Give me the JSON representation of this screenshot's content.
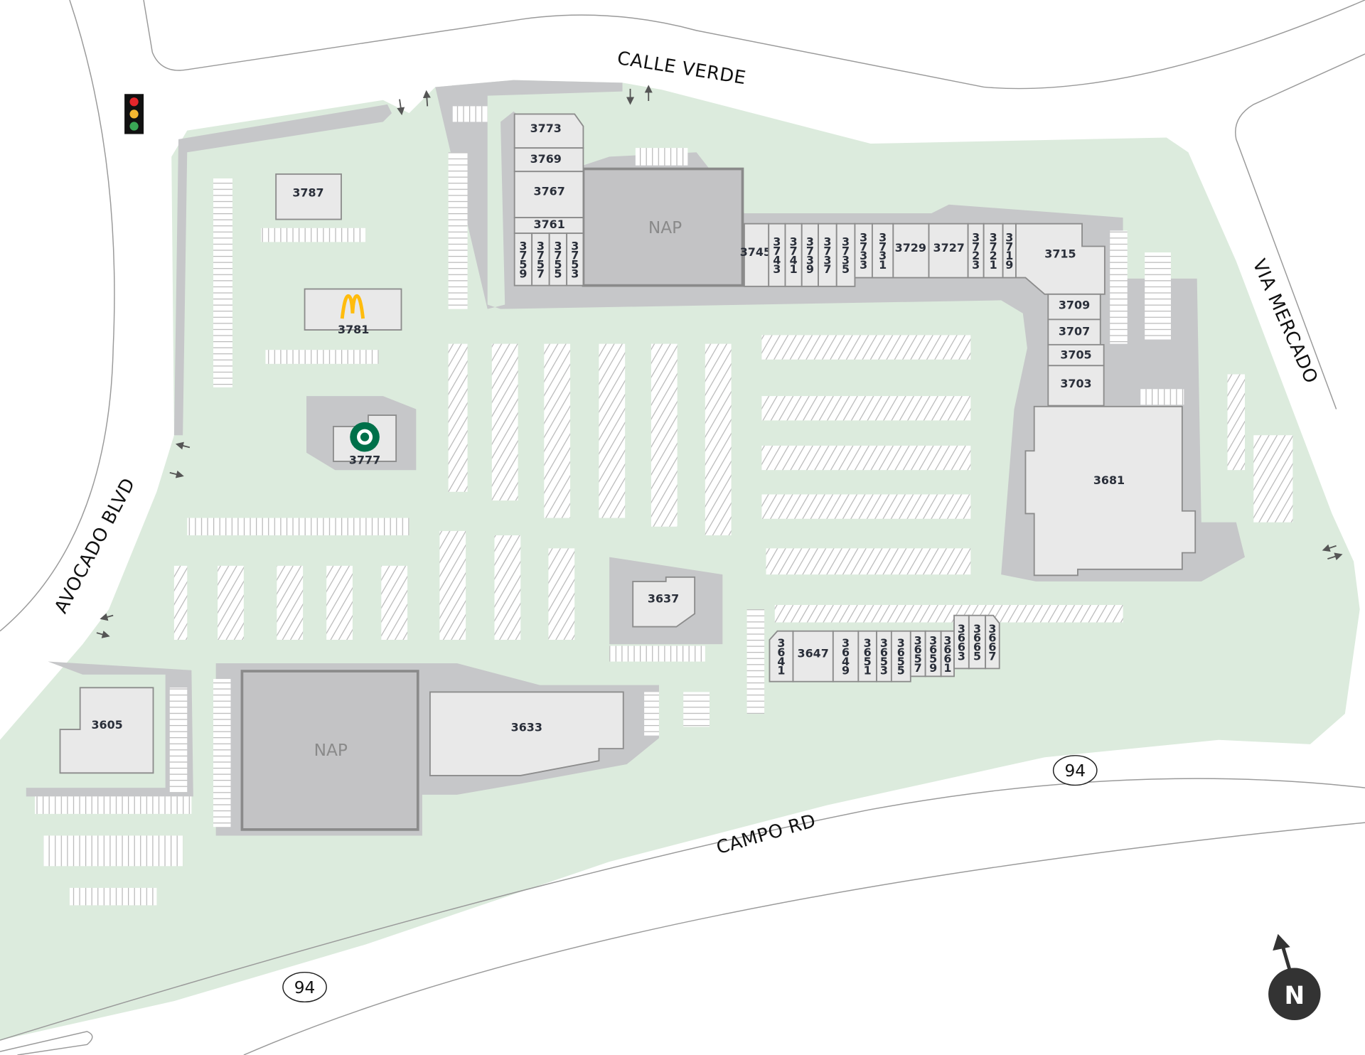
{
  "roads": {
    "calle_verde": "CALLE VERDE",
    "via_mercado": "VIA MERCADO",
    "avocado_blvd": "AVOCADO BLVD",
    "campo_rd": "CAMPO RD"
  },
  "route_shields": [
    "94",
    "94"
  ],
  "anchors": {
    "nap_north": "NAP",
    "nap_south": "NAP"
  },
  "units": [
    "3773",
    "3769",
    "3767",
    "3761",
    "3759",
    "3757",
    "3755",
    "3753",
    "3745",
    "3743",
    "3741",
    "3739",
    "3737",
    "3735",
    "3733",
    "3731",
    "3729",
    "3727",
    "3723",
    "3721",
    "3719",
    "3715",
    "3709",
    "3707",
    "3705",
    "3703",
    "3681",
    "3787",
    "3781",
    "3777",
    "3637",
    "3633",
    "3605",
    "3641",
    "3647",
    "3649",
    "3651",
    "3653",
    "3655",
    "3657",
    "3659",
    "3661",
    "3663",
    "3665",
    "3667"
  ],
  "logos": {
    "unit_3781": "mcdonalds-logo-icon",
    "unit_3777": "starbucks-logo-icon"
  },
  "compass": {
    "label": "N",
    "icon": "north-arrow-icon"
  },
  "traffic_light": {
    "icon": "traffic-light-icon",
    "colors": [
      "#e5262b",
      "#f5b731",
      "#3aa655"
    ]
  },
  "colors": {
    "landscape": "#dcebdd",
    "parking": "#c6c7c9",
    "unit_fill": "#e9e9e9",
    "anchor_fill": "#c3c3c5",
    "mcdonalds": "#ffbc0d",
    "starbucks": "#00704a",
    "compass": "#333333"
  }
}
